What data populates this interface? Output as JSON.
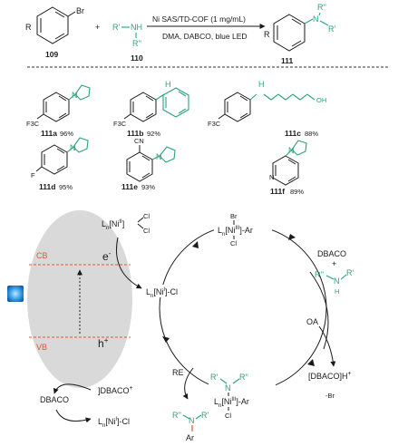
{
  "reaction": {
    "reagent_line1": "Ni SAS/TD-COF (1 mg/mL)",
    "reagent_line2": "DMA, DABCO, blue LED",
    "substrate_label": "109",
    "amine_label": "110",
    "product_label": "111",
    "plus": "+",
    "halide": "Br",
    "r_group": "R",
    "amine_nh": "NH",
    "r_prime": "R'",
    "r_double": "R''",
    "product_n": "N"
  },
  "products": [
    {
      "id": "111a",
      "yield": "96%",
      "substituent": "F3C"
    },
    {
      "id": "111b",
      "yield": "92%",
      "substituent": "F3C"
    },
    {
      "id": "111c",
      "yield": "88%",
      "substituent": "F3C"
    },
    {
      "id": "111d",
      "yield": "95%",
      "substituent": "F"
    },
    {
      "id": "111e",
      "yield": "93%",
      "substituent": "CN"
    },
    {
      "id": "111f",
      "yield": "89%",
      "substituent": "N"
    }
  ],
  "product_atoms": {
    "nh": "H",
    "n": "N",
    "oh": "OH"
  },
  "photocatalyst": {
    "cb": "CB",
    "vb": "VB",
    "electron": "e",
    "electron_sup": "-",
    "hole": "h",
    "hole_sup": "+"
  },
  "cycle": {
    "ni_top": {
      "prefix": "L",
      "sub": "n",
      "metal": "[Ni",
      "ox": "III",
      "suffix": "]-Ar",
      "top": "Br",
      "bottom": "Cl"
    },
    "ni_left": {
      "prefix": "L",
      "sub": "n",
      "metal": "[Ni",
      "ox": "I",
      "suffix": "]-Cl"
    },
    "ni_bottom": {
      "prefix": "L",
      "sub": "n",
      "metal": "[Ni",
      "ox": "III",
      "suffix": "]-Ar",
      "bottom": "Cl"
    },
    "ni_ii": {
      "prefix": "L",
      "sub": "n",
      "metal": "[Ni",
      "ox": "II",
      "suffix": "]",
      "cl1": "Cl",
      "cl2": "Cl"
    },
    "ni_i_bottom": {
      "prefix": "L",
      "sub": "n",
      "metal": "[Ni",
      "ox": "I",
      "suffix": "]-Cl"
    },
    "dbaco_top": "DBACO",
    "plus": "+",
    "oa": "OA",
    "re": "RE",
    "dbacoh": "[DBACO]H",
    "dbacoh_sup": "+",
    "br_minus": "-Br",
    "br_sup": "-",
    "dbaco_bottom": "DBACO",
    "dbaco_cation": "]DBACO",
    "dbaco_cation_sup": "+"
  },
  "colors": {
    "amine_green": "#2aa37a",
    "band_orange": "#e0572a",
    "ellipse_grey": "#d9d9d9",
    "led_blue": "#2a7fd4"
  }
}
